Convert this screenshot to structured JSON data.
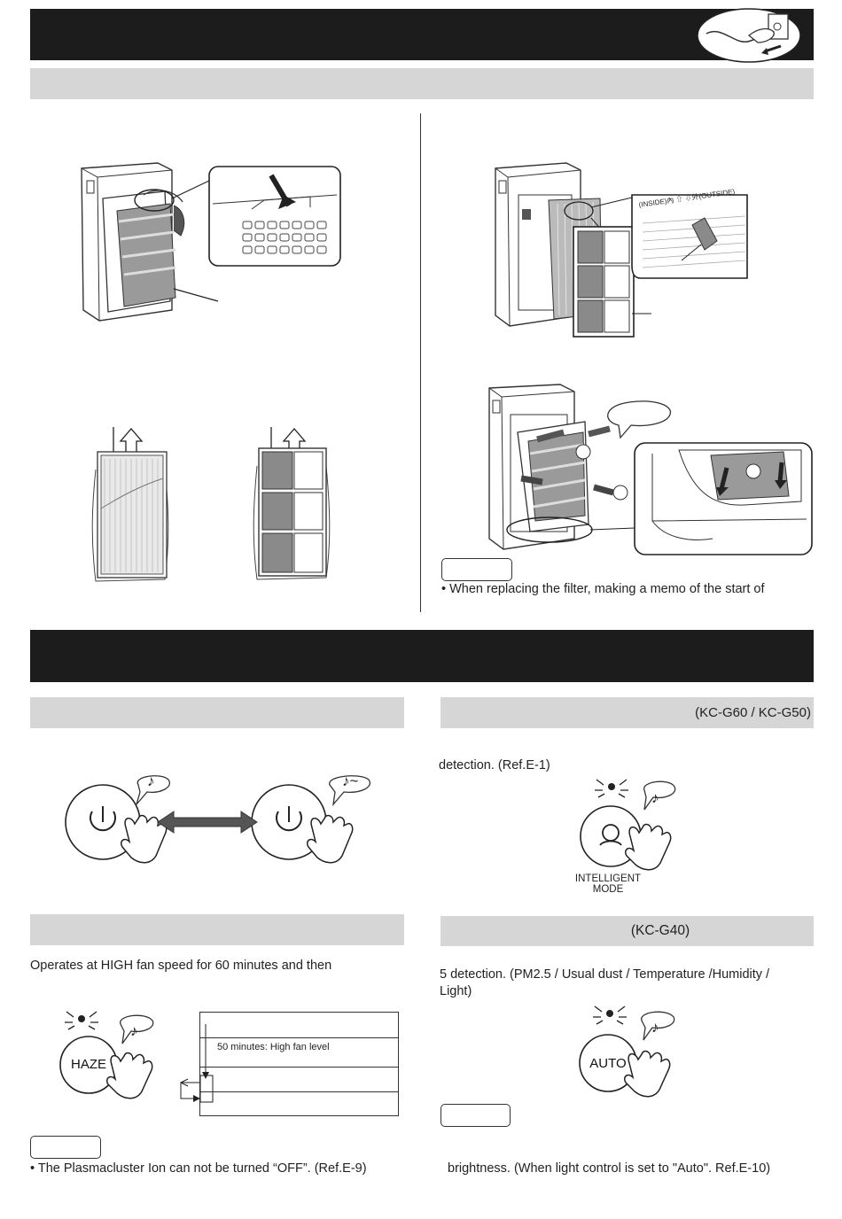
{
  "right_panel_top": {
    "inside_outside_label": "(INSIDE)內 ⇧ ⇩外(OUTSIDE)",
    "note_text": "• When replacing the filter, making a memo of the start of"
  },
  "modes": {
    "kc_g60_header": "(KC-G60 / KC-G50)",
    "kc_g60_body": "detection.  (Ref.E-1)",
    "intelligent_label_line1": "INTELLIGENT",
    "intelligent_label_line2": "MODE",
    "haze_body": "Operates at HIGH fan speed for 60 minutes and then",
    "haze_button": "HAZE",
    "haze_table_row2": "50 minutes: High fan level",
    "haze_note": "• The Plasmacluster Ion can not be turned “OFF”. (Ref.E-9)",
    "kc_g40_header": "(KC-G40)",
    "kc_g40_body": "5 detection. (PM2.5 / Usual dust / Temperature /Humidity / Light)",
    "auto_button": "AUTO",
    "auto_note": "brightness.   (When light control is set to \"Auto\". Ref.E-10)"
  },
  "icons": {
    "sound_note_1": "♪",
    "sound_note_2": "♪~",
    "sound_note_3": "♪",
    "sound_note_4": "♪",
    "sound_note_5": "♪"
  },
  "colors": {
    "header_black": "#1c1c1c",
    "section_gray": "#d6d6d6",
    "filter_gray": "#8a8a8a"
  }
}
